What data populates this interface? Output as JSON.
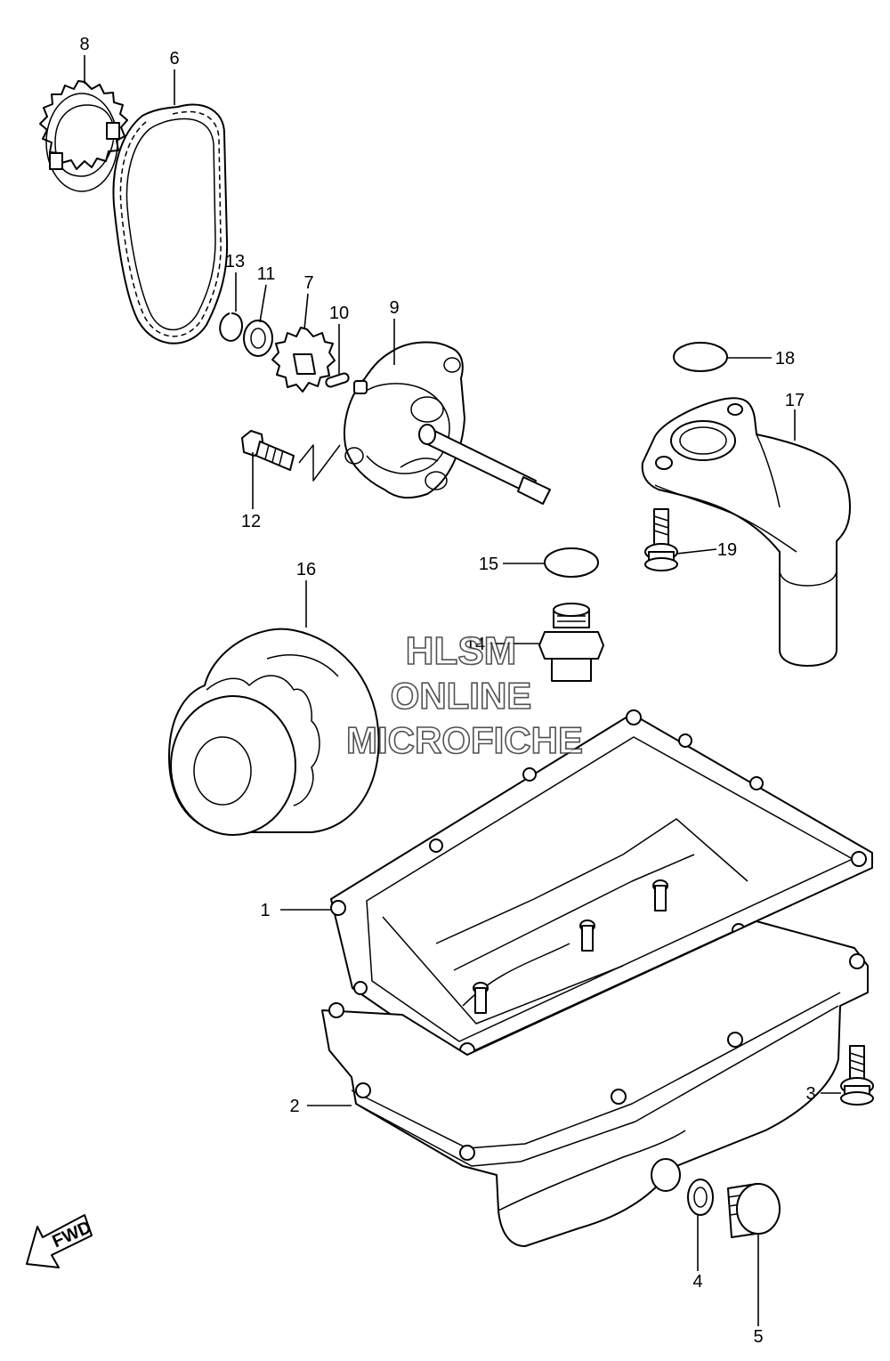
{
  "callouts": [
    "1",
    "2",
    "3",
    "4",
    "5",
    "6",
    "7",
    "8",
    "9",
    "10",
    "11",
    "12",
    "13",
    "14",
    "15",
    "16",
    "17",
    "18",
    "19"
  ],
  "watermark": {
    "line1": "HLSM",
    "line2": "ONLINE",
    "line3": "MICROFICHE"
  },
  "fwd_label": "FWD"
}
